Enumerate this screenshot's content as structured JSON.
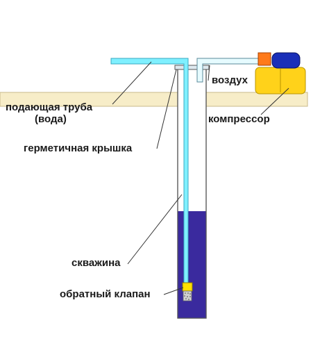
{
  "labels": {
    "air": "воздух",
    "supply_pipe_line1": "подающая труба",
    "supply_pipe_line2": "(вода)",
    "compressor": "компрессор",
    "sealed_cap": "герметичная крышка",
    "well": "скважина",
    "check_valve": "обратный клапан"
  },
  "colors": {
    "ground": "#f7edc8",
    "ground_border": "#c8b98a",
    "casing": "#ffffff",
    "casing_border": "#555555",
    "water": "#3a2a9e",
    "water_pipe": "#7ff0ff",
    "water_pipe_border": "#3aa8c0",
    "air_pipe": "#e6fbff",
    "compressor_body": "#ffd21a",
    "compressor_motor": "#1a2fb8",
    "compressor_orange": "#ff7a1a",
    "valve": "#ffe000",
    "leader": "#333333"
  }
}
